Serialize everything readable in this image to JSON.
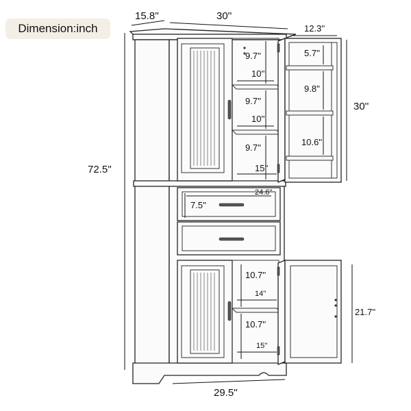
{
  "badge": {
    "label": "Dimension:inch"
  },
  "dimensions": {
    "depth_top": "15.8''",
    "width_top": "30''",
    "door_depth": "12.3''",
    "shelf_gap_1": "9.7''",
    "shelf_gap_2": "9.7''",
    "shelf_gap_3": "9.7''",
    "shelf_depth_1": "10''",
    "shelf_depth_2": "10''",
    "upper_inner_width": "15''",
    "door_shelf_gap_top": "5.7''",
    "door_shelf_gap_mid": "9.8''",
    "door_shelf_gap_bottom": "10.6''",
    "upper_height": "30''",
    "total_height": "72.5''",
    "drawer_width": "24.6''",
    "drawer_height": "7.5''",
    "lower_gap_1": "10.7''",
    "lower_shelf_depth": "14''",
    "lower_gap_2": "10.7''",
    "lower_inner_width": "15''",
    "lower_height": "21.7''",
    "base_width": "29.5''"
  }
}
